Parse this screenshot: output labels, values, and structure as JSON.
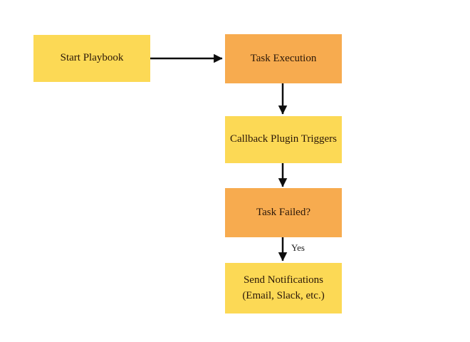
{
  "diagram": {
    "type": "flowchart",
    "background": "#ffffff",
    "colors": {
      "yellow": "#FCD955",
      "orange": "#F7AB4F",
      "text": "#2a1708",
      "arrow": "#0d0d0d"
    },
    "nodes": {
      "start": {
        "label": "Start Playbook",
        "fill": "#FCD955"
      },
      "exec": {
        "label": "Task Execution",
        "fill": "#F7AB4F"
      },
      "callback": {
        "label": "Callback Plugin Triggers",
        "fill": "#FCD955"
      },
      "failed": {
        "label": "Task Failed?",
        "fill": "#F7AB4F"
      },
      "notify": {
        "label": "Send Notifications\n(Email, Slack, etc.)",
        "fill": "#FCD955"
      }
    },
    "edges": [
      {
        "from": "start",
        "to": "exec",
        "label": ""
      },
      {
        "from": "exec",
        "to": "callback",
        "label": ""
      },
      {
        "from": "callback",
        "to": "failed",
        "label": ""
      },
      {
        "from": "failed",
        "to": "notify",
        "label": "Yes"
      }
    ]
  }
}
